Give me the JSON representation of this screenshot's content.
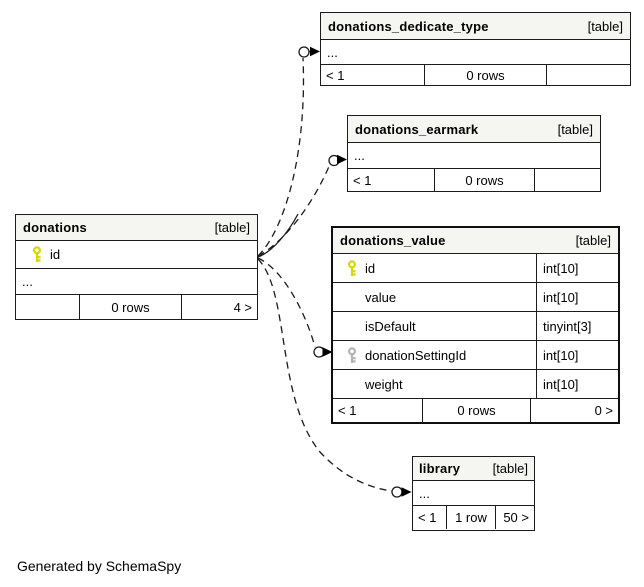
{
  "diagram": {
    "generator_note": "Generated by SchemaSpy"
  },
  "colors": {
    "primary_key": "#d6d600",
    "foreign_key": "#b3b3b3",
    "header_bg": "#f5f5f2",
    "border": "#1c1c1c"
  },
  "icons": {
    "primary_key_icon": "key-yellow",
    "foreign_key_icon": "key-gray"
  },
  "tables": {
    "donations_dedicate_type": {
      "name": "donations_dedicate_type",
      "tag": "[table]",
      "ellipsis": "...",
      "footer": {
        "left": "< 1",
        "center": "0 rows",
        "right": ""
      }
    },
    "donations_earmark": {
      "name": "donations_earmark",
      "tag": "[table]",
      "ellipsis": "...",
      "footer": {
        "left": "< 1",
        "center": "0 rows",
        "right": ""
      }
    },
    "donations": {
      "name": "donations",
      "tag": "[table]",
      "ellipsis": "...",
      "columns": [
        {
          "name": "id",
          "key": "primary"
        }
      ],
      "footer": {
        "left": "",
        "center": "0 rows",
        "right": "4 >"
      }
    },
    "donations_value": {
      "name": "donations_value",
      "tag": "[table]",
      "columns": [
        {
          "name": "id",
          "type": "int[10]",
          "key": "primary"
        },
        {
          "name": "value",
          "type": "int[10]",
          "key": ""
        },
        {
          "name": "isDefault",
          "type": "tinyint[3]",
          "key": ""
        },
        {
          "name": "donationSettingId",
          "type": "int[10]",
          "key": "foreign"
        },
        {
          "name": "weight",
          "type": "int[10]",
          "key": ""
        }
      ],
      "footer": {
        "left": "< 1",
        "center": "0 rows",
        "right": "0 >"
      }
    },
    "library": {
      "name": "library",
      "tag": "[table]",
      "ellipsis": "...",
      "footer": {
        "left": "< 1",
        "center": "1 row",
        "right": "50 >"
      }
    }
  },
  "relationships": [
    {
      "from": "donations.id",
      "to": "donations_dedicate_type"
    },
    {
      "from": "donations.id",
      "to": "donations_earmark"
    },
    {
      "from": "donations.id",
      "to": "donations_value.donationSettingId"
    },
    {
      "from": "donations.id",
      "to": "library"
    }
  ]
}
